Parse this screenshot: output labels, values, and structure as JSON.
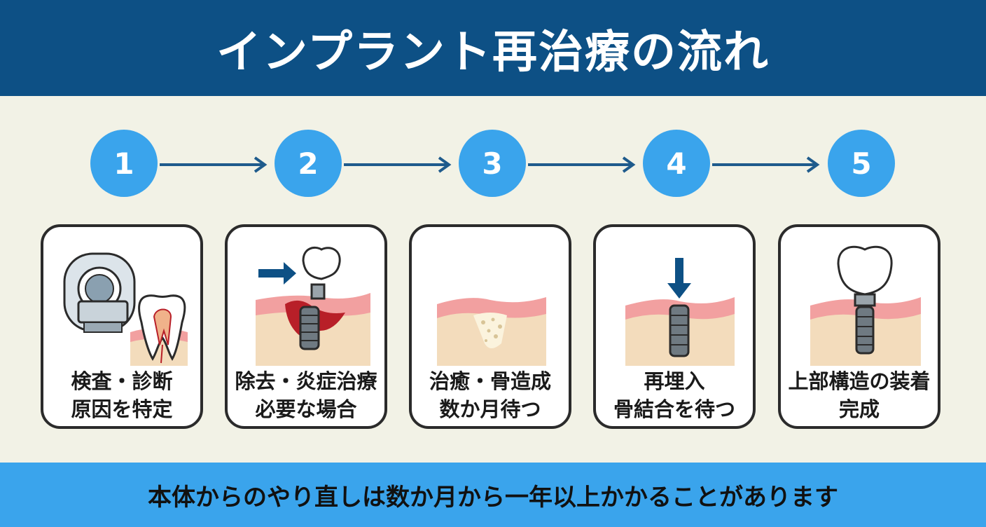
{
  "header": {
    "title": "インプラント再治療の流れ"
  },
  "steps": [
    {
      "number": "1",
      "line1": "検査・診断",
      "line2": "原因を特定"
    },
    {
      "number": "2",
      "line1": "除去・炎症治療",
      "line2": "必要な場合"
    },
    {
      "number": "3",
      "line1": "治癒・骨造成",
      "line2": "数か月待つ"
    },
    {
      "number": "4",
      "line1": "再埋入",
      "line2": "骨結合を待つ"
    },
    {
      "number": "5",
      "line1": "上部構造の装着",
      "line2": "完成"
    }
  ],
  "footer": {
    "note": "本体からのやり直しは数か月から一年以上かかることがあります"
  },
  "colors": {
    "header_bg": "#0d5085",
    "accent_blue": "#3aa4ec",
    "background": "#f2f2e6",
    "gum": "#f2a0a0",
    "bone": "#f3dcbc",
    "inflammation": "#b81f28"
  },
  "icons": [
    "ct-scanner-icon",
    "tooth-icon",
    "implant-icon",
    "crown-icon",
    "arrow-icon"
  ]
}
